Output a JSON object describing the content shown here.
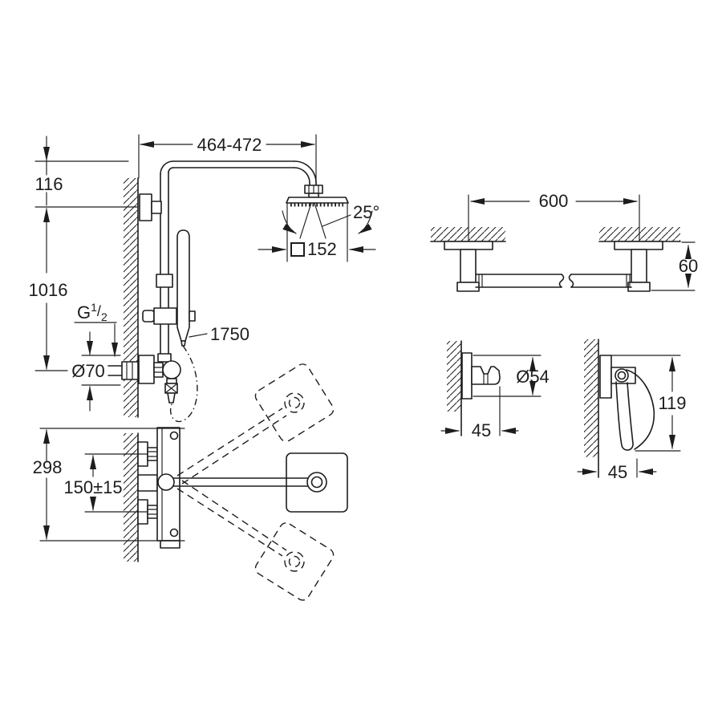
{
  "colors": {
    "line": "#1d1d1d",
    "background": "#ffffff"
  },
  "shower_system": {
    "dim_arm_reach": "464-472",
    "dim_top_offset": "116",
    "dim_riser_height": "1016",
    "thread": {
      "base": "G",
      "sup": "1",
      "slash": "/",
      "sub": "2"
    },
    "dim_escutcheon_dia": "Ø70",
    "dim_hose_length": "1750",
    "dim_head_swivel": "25°",
    "dim_head_size": "152",
    "dim_body_depth": "298",
    "dim_inlet_spacing": "150±15"
  },
  "towel_bar": {
    "dim_length": "600",
    "dim_height": "60"
  },
  "robe_hook": {
    "dim_plate_dia": "Ø54",
    "dim_projection": "45"
  },
  "paper_holder": {
    "dim_height": "119",
    "dim_projection": "45"
  }
}
